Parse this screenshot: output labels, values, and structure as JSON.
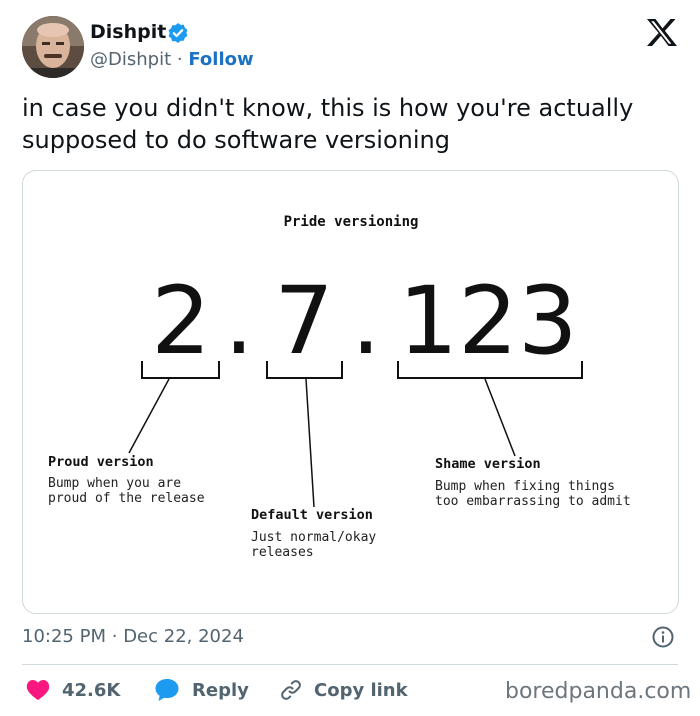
{
  "author": {
    "display_name": "Dishpit",
    "handle": "@Dishpit",
    "separator": "·",
    "follow_label": "Follow"
  },
  "tweet": {
    "text": "in case you didn't know, this is how you're actually supposed to do software versioning",
    "time": "10:25 PM",
    "date_separator": "·",
    "date": "Dec 22, 2024"
  },
  "image": {
    "title": "Pride versioning",
    "version_major": "2",
    "dot": ".",
    "version_minor": "7",
    "version_patch": "123",
    "proud_title": "Proud version",
    "proud_desc_1": "Bump when you are",
    "proud_desc_2": "proud of the release",
    "default_title": "Default version",
    "default_desc_1": "Just normal/okay",
    "default_desc_2": "releases",
    "shame_title": "Shame version",
    "shame_desc_1": "Bump when fixing things",
    "shame_desc_2": "too embarrassing to admit"
  },
  "actions": {
    "likes": "42.6K",
    "reply_label": "Reply",
    "copy_label": "Copy link"
  },
  "watermark": "boredpanda.com",
  "colors": {
    "verified": "#1d9bf0",
    "link": "#1d72c4",
    "like": "#f91880",
    "reply": "#1d9bf0"
  },
  "icons": [
    "verified-badge-icon",
    "x-logo-icon",
    "info-icon",
    "heart-icon",
    "reply-bubble-icon",
    "link-icon"
  ]
}
